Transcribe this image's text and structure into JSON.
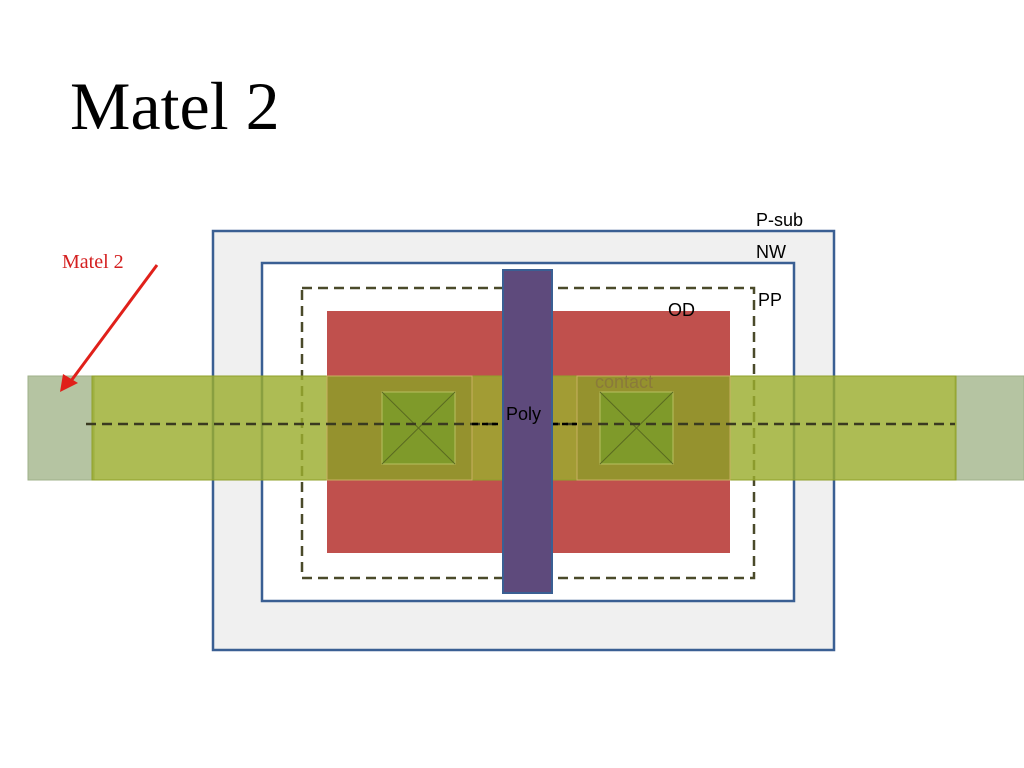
{
  "slide": {
    "title": "Matel 2"
  },
  "layers": {
    "psub": "P-sub",
    "nw": "NW",
    "pp": "PP",
    "od": "OD",
    "contact": "contact",
    "poly": "Poly"
  },
  "annotation": {
    "label": "Matel 2"
  },
  "colors": {
    "psub_fill": "#f0f0f0",
    "well_border": "#3a5f93",
    "od_fill": "#c0504d",
    "poly_fill": "#5e4a7c",
    "metal_fill": "#9bad2e",
    "metal_light": "#b5c4a2",
    "contact_fill": "#7f9a2a",
    "arrow_color": "#e0201a",
    "annotation_text": "#d42020"
  }
}
